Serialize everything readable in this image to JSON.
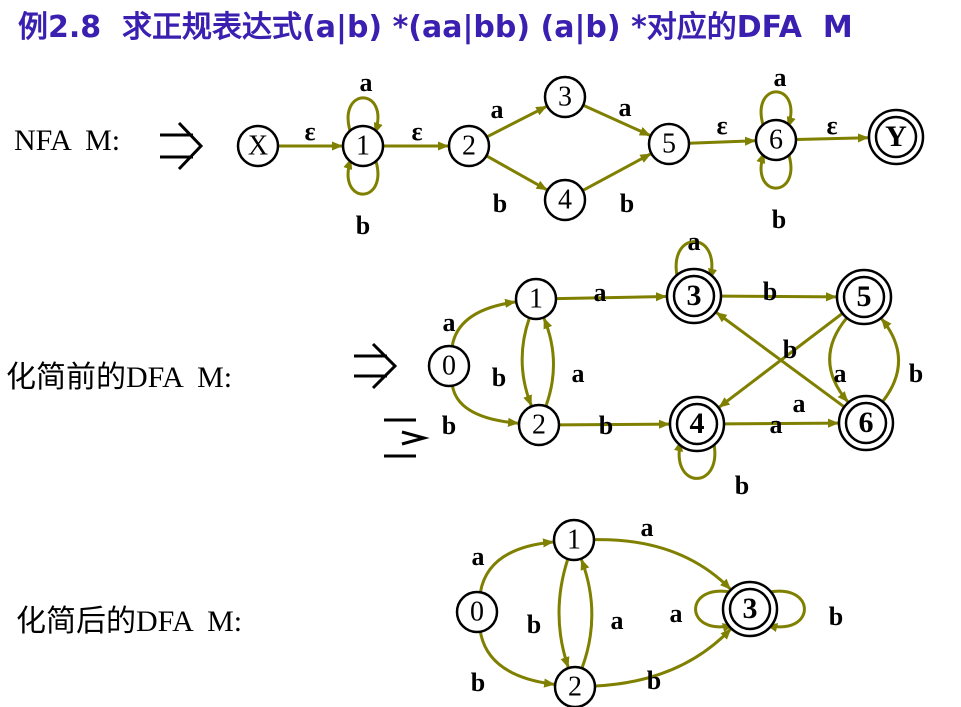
{
  "title": "例2.8  求正规表达式(a|b) *(aa|bb) (a|b) *对应的DFA  M",
  "colors": {
    "title": "#3a1fb0",
    "edge": "#7f7f00",
    "node": "#000000"
  },
  "rows": [
    {
      "label": "NFA  M:",
      "states": [
        {
          "id": "X",
          "label": "X",
          "accept": false
        },
        {
          "id": "1",
          "label": "1",
          "accept": false
        },
        {
          "id": "2",
          "label": "2",
          "accept": false
        },
        {
          "id": "3",
          "label": "3",
          "accept": false
        },
        {
          "id": "4",
          "label": "4",
          "accept": false
        },
        {
          "id": "5",
          "label": "5",
          "accept": false
        },
        {
          "id": "6",
          "label": "6",
          "accept": false
        },
        {
          "id": "Y",
          "label": "Y",
          "accept": true
        }
      ],
      "edges": [
        {
          "from": "X",
          "to": "1",
          "label": "ε"
        },
        {
          "from": "1",
          "to": "1",
          "label": "a"
        },
        {
          "from": "1",
          "to": "1",
          "label": "b"
        },
        {
          "from": "1",
          "to": "2",
          "label": "ε"
        },
        {
          "from": "2",
          "to": "3",
          "label": "a"
        },
        {
          "from": "2",
          "to": "4",
          "label": "b"
        },
        {
          "from": "3",
          "to": "5",
          "label": "a"
        },
        {
          "from": "4",
          "to": "5",
          "label": "b"
        },
        {
          "from": "5",
          "to": "6",
          "label": "ε"
        },
        {
          "from": "6",
          "to": "6",
          "label": "a"
        },
        {
          "from": "6",
          "to": "6",
          "label": "b"
        },
        {
          "from": "6",
          "to": "Y",
          "label": "ε"
        }
      ]
    },
    {
      "label": "化简前的DFA  M:",
      "states": [
        {
          "id": "0",
          "label": "0",
          "accept": false
        },
        {
          "id": "1",
          "label": "1",
          "accept": false
        },
        {
          "id": "2",
          "label": "2",
          "accept": false
        },
        {
          "id": "3",
          "label": "3",
          "accept": true
        },
        {
          "id": "4",
          "label": "4",
          "accept": true
        },
        {
          "id": "5",
          "label": "5",
          "accept": true
        },
        {
          "id": "6",
          "label": "6",
          "accept": true
        }
      ],
      "edges": [
        {
          "from": "0",
          "to": "1",
          "label": "a"
        },
        {
          "from": "0",
          "to": "2",
          "label": "b"
        },
        {
          "from": "1",
          "to": "2",
          "label": "b"
        },
        {
          "from": "2",
          "to": "1",
          "label": "a"
        },
        {
          "from": "1",
          "to": "3",
          "label": "a"
        },
        {
          "from": "2",
          "to": "4",
          "label": "b"
        },
        {
          "from": "3",
          "to": "3",
          "label": "a"
        },
        {
          "from": "3",
          "to": "5",
          "label": "b"
        },
        {
          "from": "4",
          "to": "4",
          "label": "b"
        },
        {
          "from": "4",
          "to": "6",
          "label": "a"
        },
        {
          "from": "5",
          "to": "4",
          "label": "b"
        },
        {
          "from": "5",
          "to": "6",
          "label": "a"
        },
        {
          "from": "6",
          "to": "3",
          "label": "a"
        },
        {
          "from": "6",
          "to": "5",
          "label": "b"
        }
      ]
    },
    {
      "label": "化简后的DFA  M:",
      "states": [
        {
          "id": "0",
          "label": "0",
          "accept": false
        },
        {
          "id": "1",
          "label": "1",
          "accept": false
        },
        {
          "id": "2",
          "label": "2",
          "accept": false
        },
        {
          "id": "3",
          "label": "3",
          "accept": true
        }
      ],
      "edges": [
        {
          "from": "0",
          "to": "1",
          "label": "a"
        },
        {
          "from": "0",
          "to": "2",
          "label": "b"
        },
        {
          "from": "1",
          "to": "2",
          "label": "b"
        },
        {
          "from": "2",
          "to": "1",
          "label": "a"
        },
        {
          "from": "1",
          "to": "3",
          "label": "a"
        },
        {
          "from": "2",
          "to": "3",
          "label": "b"
        },
        {
          "from": "3",
          "to": "3",
          "label": "a"
        },
        {
          "from": "3",
          "to": "3",
          "label": "b"
        }
      ]
    }
  ]
}
